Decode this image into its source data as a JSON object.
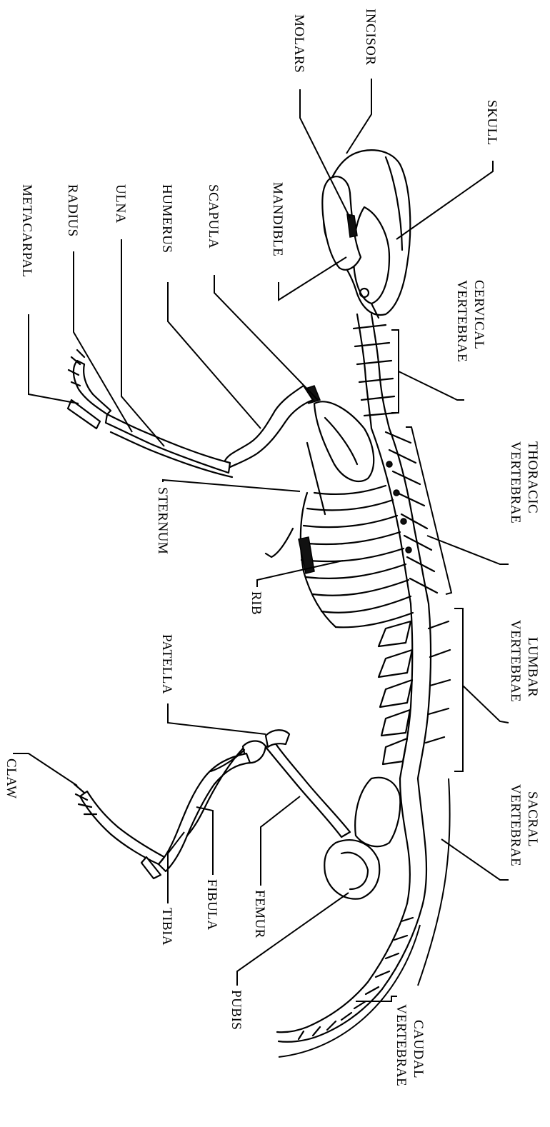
{
  "labels": {
    "incisor": "INCISOR",
    "molars": "MOLARS",
    "skull": "SKULL",
    "mandible": "MANDIBLE",
    "scapula": "SCAPULA",
    "humerus": "HUMERUS",
    "ulna": "ULNA",
    "radius": "RADIUS",
    "metacarpal": "METACARPAL",
    "cervical_1": "CERVICAL",
    "cervical_2": "VERTEBRAE",
    "thoracic_1": "THORACIC",
    "thoracic_2": "VERTEBRAE",
    "lumbar_1": "LUMBAR",
    "lumbar_2": "VERTEBRAE",
    "sacral_1": "SACRAL",
    "sacral_2": "VERTEBRAE",
    "caudal_1": "CAUDAL",
    "caudal_2": "VERTEBRAE",
    "sternum": "STERNUM",
    "rib": "RIB",
    "patella": "PATELLA",
    "claw": "CLAW",
    "femur": "FEMUR",
    "fibula": "FIBULA",
    "tibia": "TIBIA",
    "pubis": "PUBIS"
  }
}
